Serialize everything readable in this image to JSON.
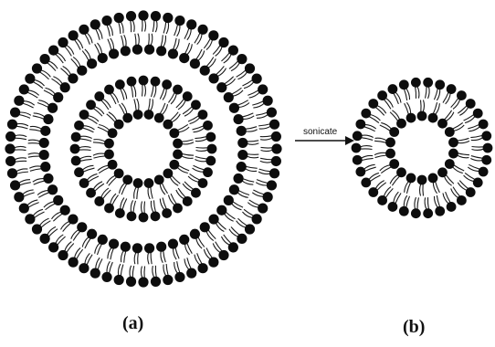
{
  "labels": {
    "panel_a": "(a)",
    "panel_b": "(b)",
    "arrow": "sonicate"
  },
  "colors": {
    "head": "#0d0d0d",
    "tail": "#1a1a1a",
    "background": "#ffffff"
  },
  "structures": {
    "multilamellar_vesicle": {
      "bilayer_count": 2
    },
    "unilamellar_vesicle": {
      "bilayer_count": 1
    }
  }
}
